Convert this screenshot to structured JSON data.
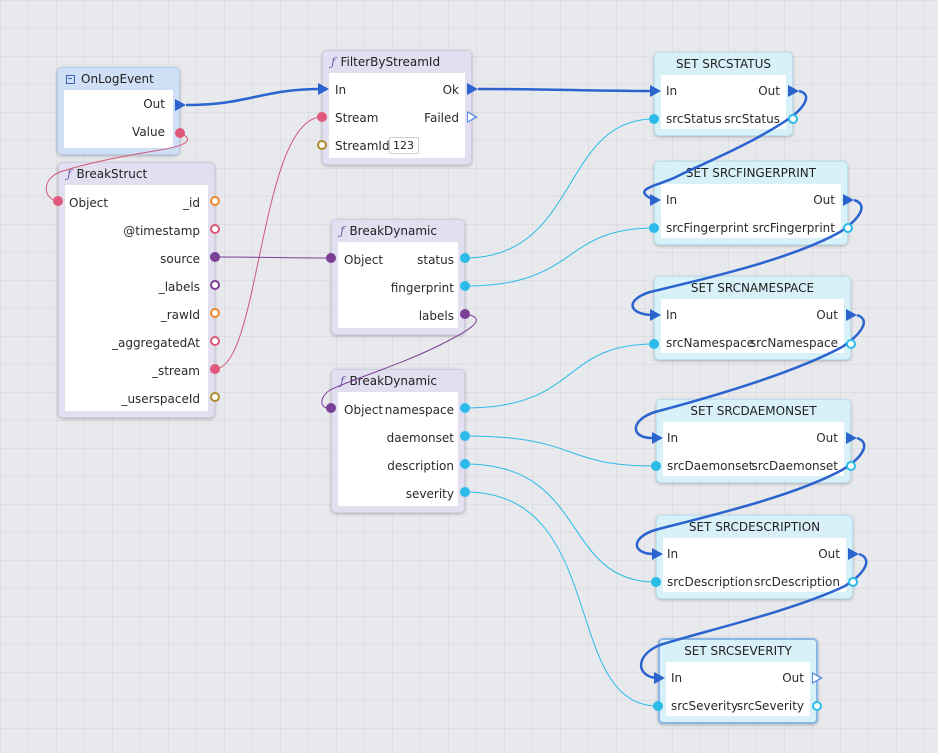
{
  "nodes": {
    "onlog": {
      "title": "OnLogEvent",
      "out": "Out",
      "value": "Value"
    },
    "breakstruct": {
      "title": "BreakStruct",
      "input": "Object",
      "outputs": [
        "_id",
        "@timestamp",
        "source",
        "_labels",
        "_rawId",
        "_aggregatedAt",
        "_stream",
        "_userspaceId"
      ]
    },
    "filter": {
      "title": "FilterByStreamId",
      "in": "In",
      "ok": "Ok",
      "stream": "Stream",
      "failed": "Failed",
      "streamid": "StreamId",
      "streamid_value": "123"
    },
    "bd1": {
      "title": "BreakDynamic",
      "input": "Object",
      "outputs": [
        "status",
        "fingerprint",
        "labels"
      ]
    },
    "bd2": {
      "title": "BreakDynamic",
      "input": "Object",
      "outputs": [
        "namespace",
        "daemonset",
        "description",
        "severity"
      ]
    },
    "set_status": {
      "title": "SET SRCSTATUS",
      "in": "In",
      "out": "Out",
      "pin_in": "srcStatus",
      "pin_out": "srcStatus"
    },
    "set_fingerprint": {
      "title": "SET SRCFINGERPRINT",
      "in": "In",
      "out": "Out",
      "pin_in": "srcFingerprint",
      "pin_out": "srcFingerprint"
    },
    "set_namespace": {
      "title": "SET SRCNAMESPACE",
      "in": "In",
      "out": "Out",
      "pin_in": "srcNamespace",
      "pin_out": "srcNamespace"
    },
    "set_daemonset": {
      "title": "SET SRCDAEMONSET",
      "in": "In",
      "out": "Out",
      "pin_in": "srcDaemonset",
      "pin_out": "srcDaemonset"
    },
    "set_description": {
      "title": "SET SRCDESCRIPTION",
      "in": "In",
      "out": "Out",
      "pin_in": "srcDescription",
      "pin_out": "srcDescription"
    },
    "set_severity": {
      "title": "SET SRCSEVERITY",
      "in": "In",
      "out": "Out",
      "pin_in": "srcSeverity",
      "pin_out": "srcSeverity"
    }
  },
  "colors": {
    "exec": "#2b63cf",
    "string_pin": "#2bbbe8",
    "struct_pin": "#e0587a",
    "dynamic_pin": "#7c3f96",
    "int_pin": "#b08a2e",
    "orange_pin": "#ef8a2e",
    "canvas": "#e8e9ed"
  },
  "icons": {
    "function": "function-icon",
    "event": "event-icon"
  }
}
